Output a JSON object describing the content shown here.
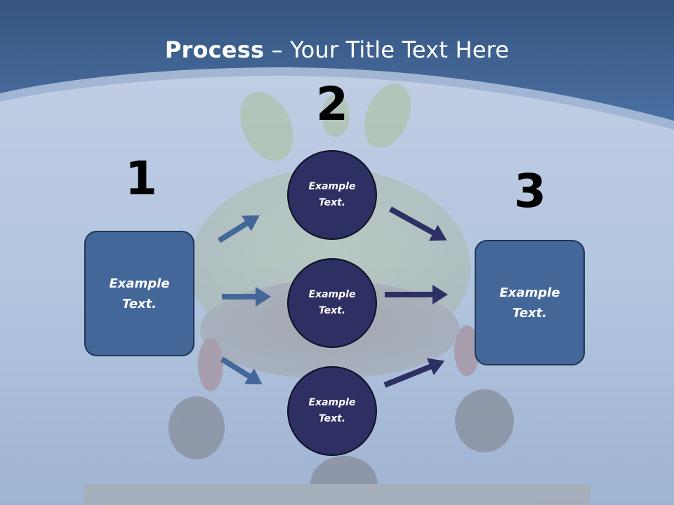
{
  "title": {
    "bold": "Process",
    "rest": " – Your Title Text Here"
  },
  "steps": [
    {
      "number": "1",
      "text": "Example\nText."
    },
    {
      "number": "2",
      "text": ""
    },
    {
      "number": "3",
      "text": "Example\nText."
    }
  ],
  "circles": [
    {
      "text": "Example\nText."
    },
    {
      "text": "Example\nText."
    },
    {
      "text": "Example\nText."
    }
  ],
  "colors": {
    "header": "#3f6497",
    "box_fill": "#44679a",
    "circle_fill": "#2e2f62",
    "arrow_left": "#44679a",
    "arrow_right": "#2e2f62"
  }
}
